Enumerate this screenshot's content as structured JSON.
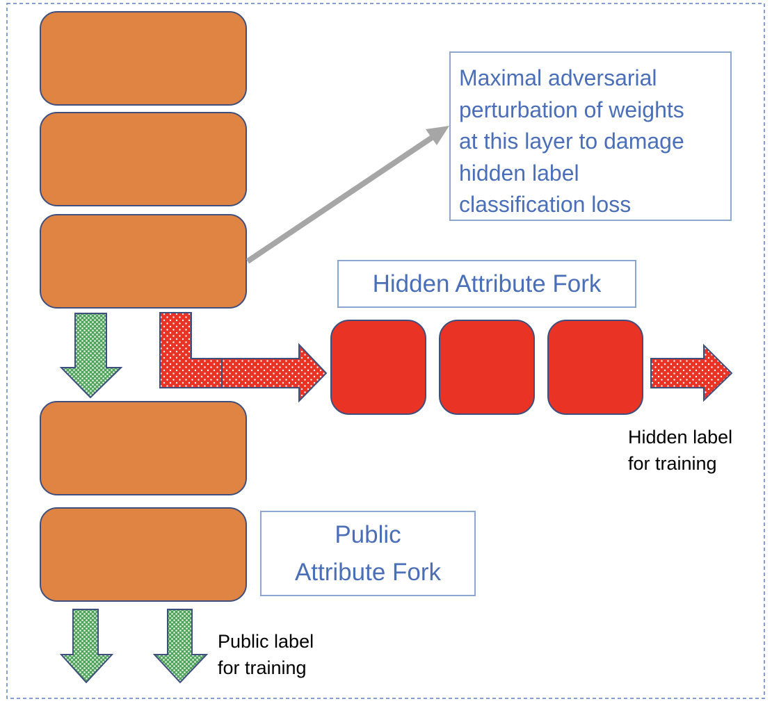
{
  "diagram": {
    "perturbation_note": {
      "lines": [
        "Maximal adversarial",
        "perturbation of weights",
        "at this layer to damage",
        "hidden label",
        "classification loss"
      ]
    },
    "hidden_fork_title": "Hidden Attribute Fork",
    "public_fork_title": {
      "lines": [
        "Public",
        "Attribute Fork"
      ]
    },
    "hidden_label_caption": {
      "lines": [
        "Hidden label",
        "for training"
      ]
    },
    "public_label_caption": {
      "lines": [
        "Public label",
        "for training"
      ]
    }
  },
  "colors": {
    "trunk_layer": "#e08444",
    "hidden_layer": "#e93325",
    "block_border": "#3e4f7d",
    "callout_border": "#8aa6d1",
    "callout_text": "#4a6fb8",
    "green_arrow": "#4fa35a",
    "red_arrow": "#e93325",
    "perturb_arrow": "#a6a6a6",
    "frame": "#5b7fc0"
  },
  "icons": [
    "green-down-arrow-icon",
    "red-right-arrow-icon",
    "grey-diagonal-arrow-icon"
  ]
}
